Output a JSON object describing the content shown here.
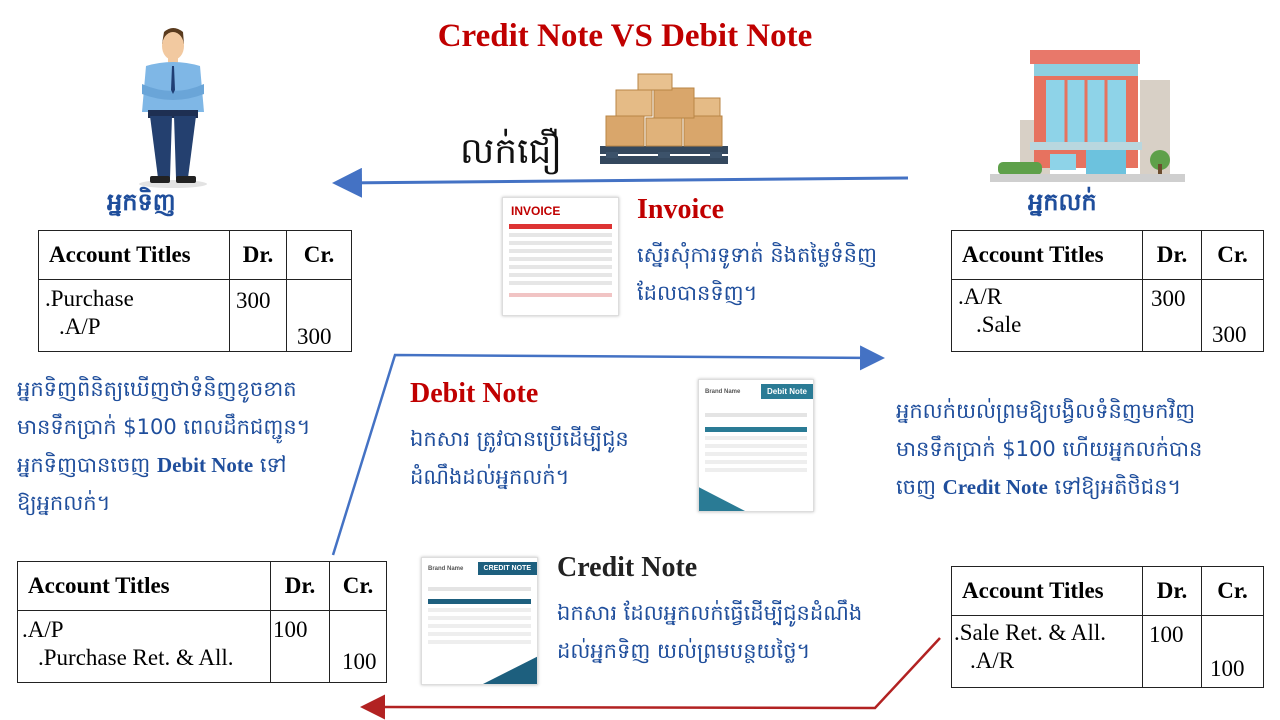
{
  "title": "Credit Note VS Debit Note",
  "sell_label": "លក់ជឿ",
  "buyer_label": "អ្នកទិញ",
  "seller_label": "អ្នកលក់",
  "invoice": {
    "heading": "Invoice",
    "doc_title": "INVOICE",
    "line1": "ស្នើរសុំការទូទាត់ និងតម្លៃទំនិញ",
    "line2": "ដែលបានទិញ។"
  },
  "debit_note": {
    "heading": "Debit Note",
    "doc_title": "Debit Note",
    "brand": "Brand Name",
    "line1": "ឯកសារ ត្រូវបានប្រើដើម្បីជូន",
    "line2": "ដំណឹងដល់អ្នកលក់។"
  },
  "credit_note": {
    "heading": "Credit Note",
    "doc_title": "CREDIT NOTE",
    "brand": "Brand Name",
    "line1": "ឯកសារ ដែលអ្នកលក់ធ្វើដើម្បីជូនដំណឹង",
    "line2": "ដល់អ្នកទិញ យល់ព្រមបន្ថយថ្លៃ។"
  },
  "buyer_text": {
    "line1": "អ្នកទិញពិនិត្យឃើញថាទំនិញខូចខាត",
    "line2": "មានទឹកប្រាក់ $100 ពេលដឹកជញ្ជូន។",
    "line3_pre": "អ្នកទិញបានចេញ ",
    "line3_en": "Debit Note",
    "line3_post": " ទៅ",
    "line4": "ឱ្យអ្នកលក់។"
  },
  "seller_text": {
    "line1": "អ្នកលក់យល់ព្រមឱ្យបង្វិលទំនិញមកវិញ",
    "line2": "មានទឹកប្រាក់ $100 ហើយអ្នកលក់បាន",
    "line3_pre": "ចេញ ",
    "line3_en": "Credit Note",
    "line3_post": " ទៅឱ្យអតិថិជន។"
  },
  "tables": {
    "headers": {
      "account": "Account Titles",
      "dr": "Dr.",
      "cr": "Cr."
    },
    "buyer_purchase": {
      "acct1": ".Purchase",
      "acct2": ".A/P",
      "dr": "300",
      "cr": "300"
    },
    "seller_sale": {
      "acct1": ".A/R",
      "acct2": ".Sale",
      "dr": "300",
      "cr": "300"
    },
    "buyer_return": {
      "acct1": ".A/P",
      "acct2": ".Purchase Ret. & All.",
      "dr": "100",
      "cr": "100"
    },
    "seller_return": {
      "acct1": ".Sale Ret. & All.",
      "acct2": ".A/R",
      "dr": "100",
      "cr": "100"
    }
  },
  "colors": {
    "title": "#c00000",
    "labels": "#1f4e9c",
    "blue_arrow": "#4472c4",
    "red_arrow": "#b22222"
  }
}
